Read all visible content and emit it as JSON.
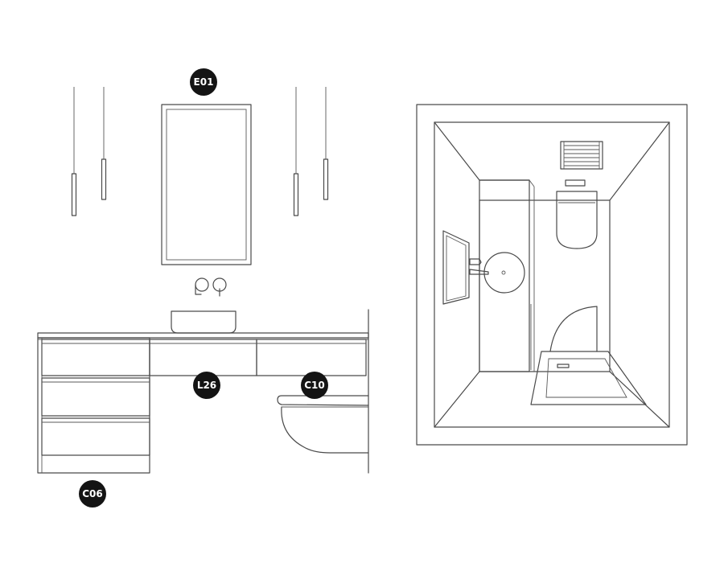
{
  "labels": {
    "mirror": "E01",
    "vanity_top": "L26",
    "toilet": "C10",
    "cabinet": "C06"
  },
  "colors": {
    "line": "#4a4a4a",
    "badge": "#141414",
    "badge_text": "#ffffff"
  }
}
